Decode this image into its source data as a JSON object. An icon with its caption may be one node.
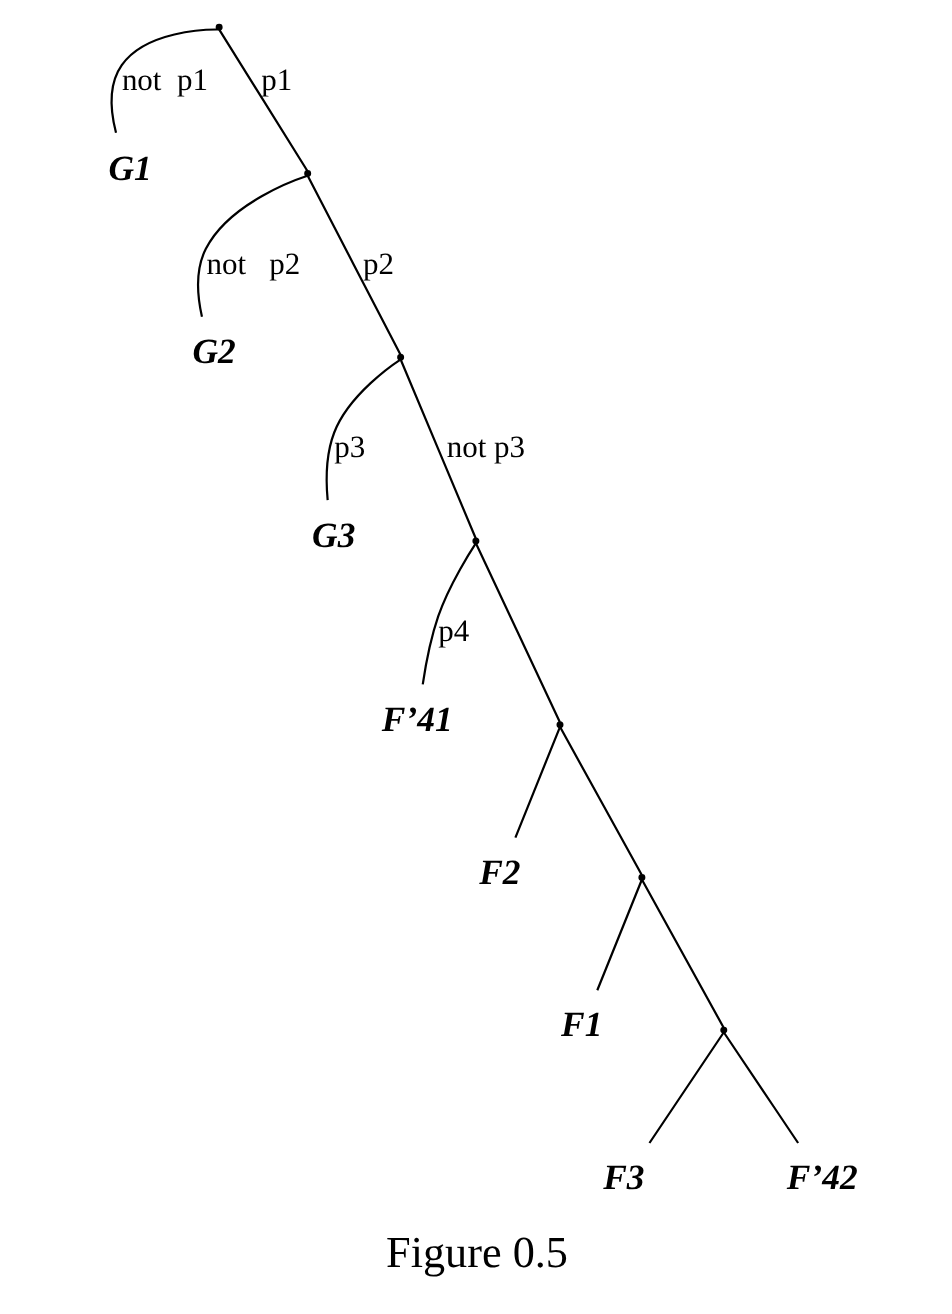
{
  "diagram": {
    "caption": "Figure 0.5",
    "nodes": [
      {
        "text": [],
        "shape": "point"
      },
      {
        "text": [
          "G1"
        ]
      },
      {
        "text": [],
        "shape": "point"
      },
      {
        "text": [
          "G2"
        ]
      },
      {
        "text": [],
        "shape": "point"
      },
      {
        "text": [
          "G3"
        ]
      },
      {
        "text": [],
        "shape": "point"
      },
      {
        "text": [
          "F’41"
        ]
      },
      {
        "text": [],
        "shape": "point"
      },
      {
        "text": [
          "F2"
        ]
      },
      {
        "text": [],
        "shape": "point"
      },
      {
        "text": [
          "F1"
        ]
      },
      {
        "text": [],
        "shape": "point"
      },
      {
        "text": [
          "F3"
        ]
      },
      {
        "text": [
          "F’42"
        ]
      }
    ],
    "edges": [
      {
        "from": 0,
        "to": 1,
        "arrow": "none",
        "label": "not  p1"
      },
      {
        "from": 0,
        "to": 2,
        "arrow": "none",
        "label": "p1"
      },
      {
        "from": 2,
        "to": 3,
        "arrow": "none",
        "label": "not   p2"
      },
      {
        "from": 2,
        "to": 4,
        "arrow": "none",
        "label": "p2"
      },
      {
        "from": 4,
        "to": 6,
        "arrow": "none",
        "label": "not p3"
      },
      {
        "from": 4,
        "to": 5,
        "arrow": "none",
        "label": "p3"
      },
      {
        "from": 6,
        "to": 8,
        "arrow": "none"
      },
      {
        "from": 6,
        "to": 7,
        "arrow": "none",
        "label": "p4"
      },
      {
        "from": 8,
        "to": 10,
        "arrow": "none"
      },
      {
        "from": 8,
        "to": 9,
        "arrow": "none"
      },
      {
        "from": 10,
        "to": 11,
        "arrow": "none"
      },
      {
        "from": 10,
        "to": 12,
        "arrow": "none"
      },
      {
        "from": 12,
        "to": 13,
        "arrow": "none"
      },
      {
        "from": 12,
        "to": 14,
        "arrow": "none"
      }
    ]
  }
}
